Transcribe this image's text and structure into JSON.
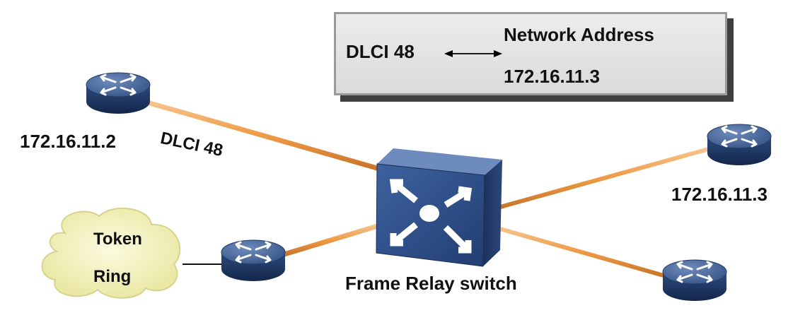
{
  "info_box": {
    "dlci": "DLCI 48",
    "network_address_label": "Network Address",
    "network_address_value": "172.16.11.3"
  },
  "routers": {
    "top_left_ip": "172.16.11.2",
    "right_ip": "172.16.11.3"
  },
  "link_label": "DLCI 48",
  "cloud": {
    "line1": "Token",
    "line2": "Ring"
  },
  "switch_label": "Frame Relay switch",
  "colors": {
    "link": "#f0a050",
    "router_top": "#4a6690",
    "router_side": "#1d3560",
    "switch_front": "#2c4c85"
  }
}
